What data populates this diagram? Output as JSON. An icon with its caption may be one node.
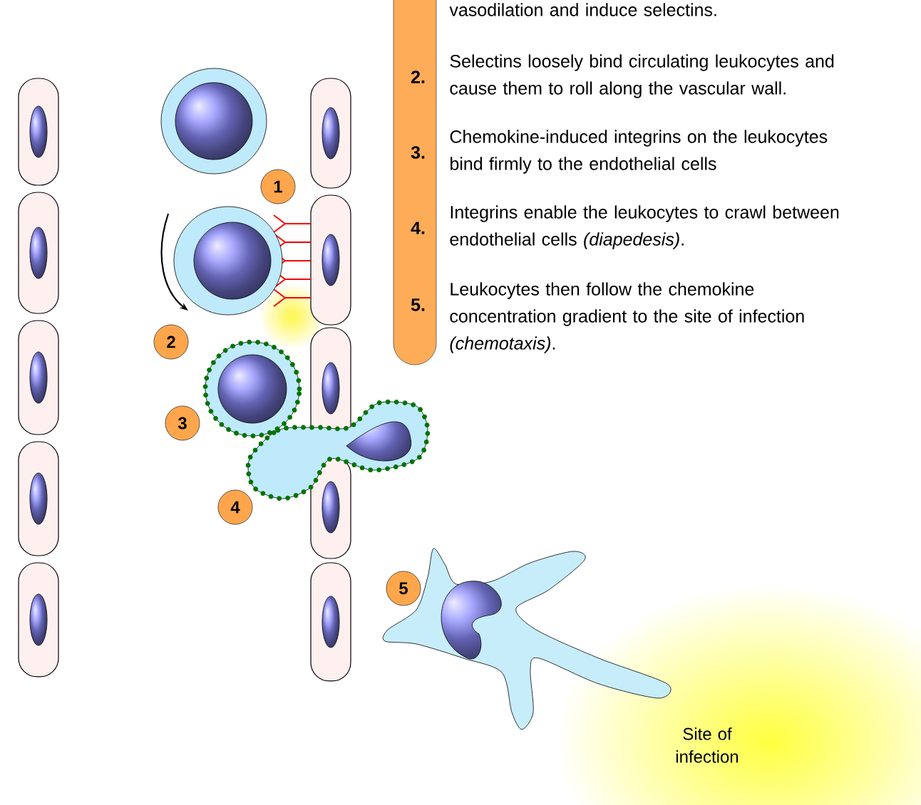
{
  "diagram": {
    "nodes": [
      {
        "text": [
          "2.",
          "3.",
          "4.",
          "5."
        ]
      },
      {
        "text": [
          "1"
        ]
      },
      {
        "text": [
          "2"
        ]
      },
      {
        "text": [
          "3"
        ]
      },
      {
        "text": [
          "4"
        ]
      },
      {
        "text": [
          "5"
        ]
      }
    ],
    "labels": [
      "vasodilation and induce selectins.",
      "Selectins loosely bind circulating leukocytes and cause them to roll along the vascular wall.",
      "Chemokine-induced integrins on the leukocytes bind firmly to the endothelial cells",
      "Integrins enable the leukocytes to crawl between endothelial cells *(diapedesis)*.",
      "Leukocytes then follow the chemokine concentration gradient to the site of infection *(chemotaxis)*.",
      "Site of infection"
    ]
  }
}
